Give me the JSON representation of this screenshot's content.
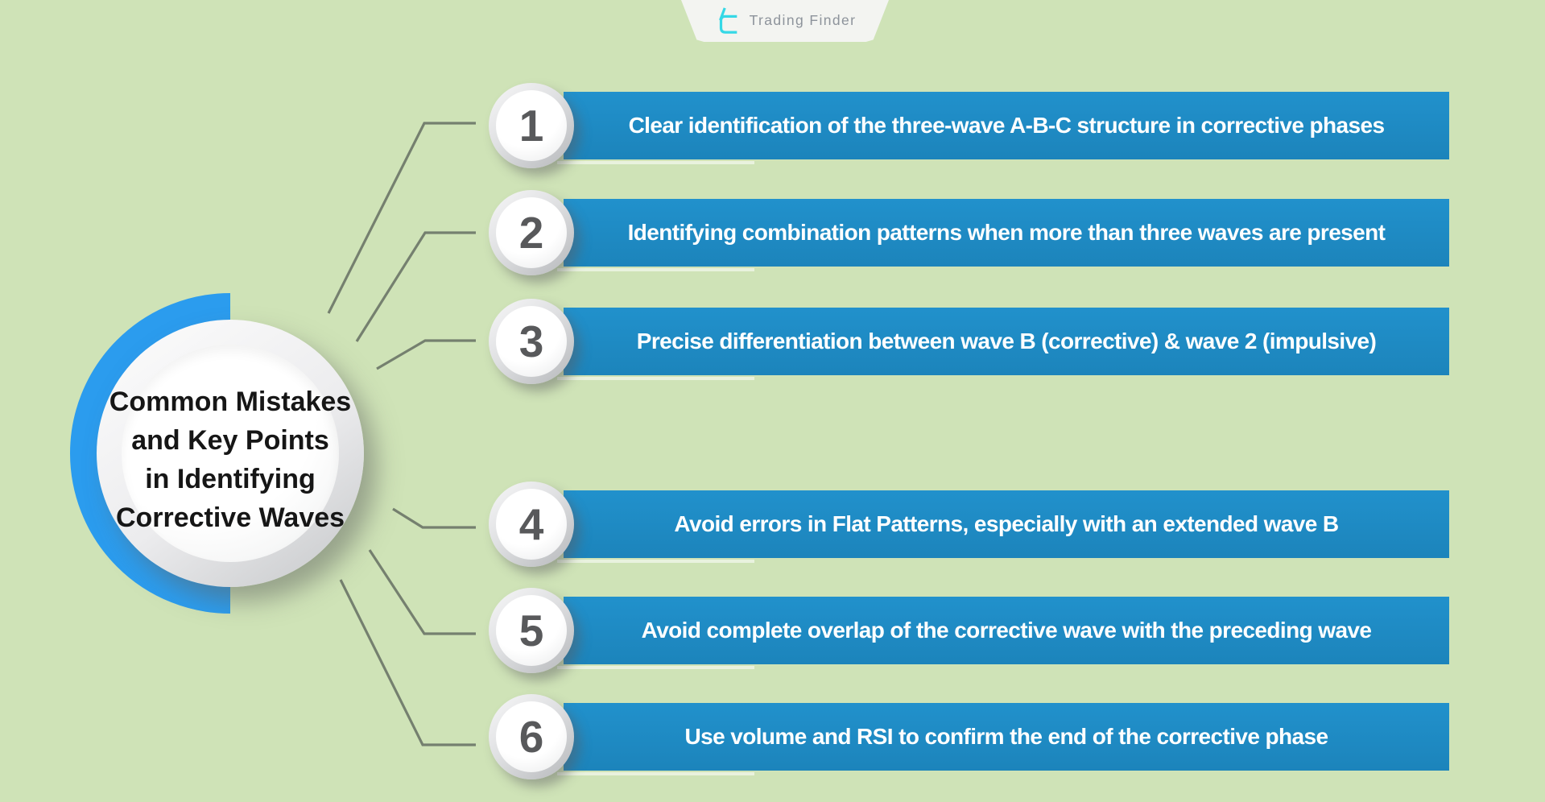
{
  "logo": {
    "text": "Trading Finder",
    "icon": "tradingfinder-monogram-icon",
    "icon_color": "#35d8e6",
    "text_color": "#8d939b",
    "badge_color": "#f3f4f1"
  },
  "center": {
    "title_lines": [
      "Common Mistakes",
      "and Key Points",
      "in Identifying",
      "Corrective Waves"
    ],
    "crescent_color": "#2b9cee",
    "title_color": "#161616"
  },
  "items": [
    {
      "number": "1",
      "label": "Clear identification of the three-wave A-B-C structure in corrective phases"
    },
    {
      "number": "2",
      "label": "Identifying combination patterns when more than three waves are present"
    },
    {
      "number": "3",
      "label": "Precise differentiation between wave B (corrective) & wave 2 (impulsive)"
    },
    {
      "number": "4",
      "label": "Avoid errors in Flat Patterns, especially with an extended wave B"
    },
    {
      "number": "5",
      "label": "Avoid complete overlap of the corrective wave with the preceding wave"
    },
    {
      "number": "6",
      "label": "Use volume and RSI to confirm the end of the corrective phase"
    }
  ],
  "colors": {
    "background_green": "#cfe3b7",
    "bar_blue": "#1d8dc7",
    "bar_text": "#ffffff",
    "number_gray": "#58595b",
    "connector_gray": "#75806f"
  }
}
